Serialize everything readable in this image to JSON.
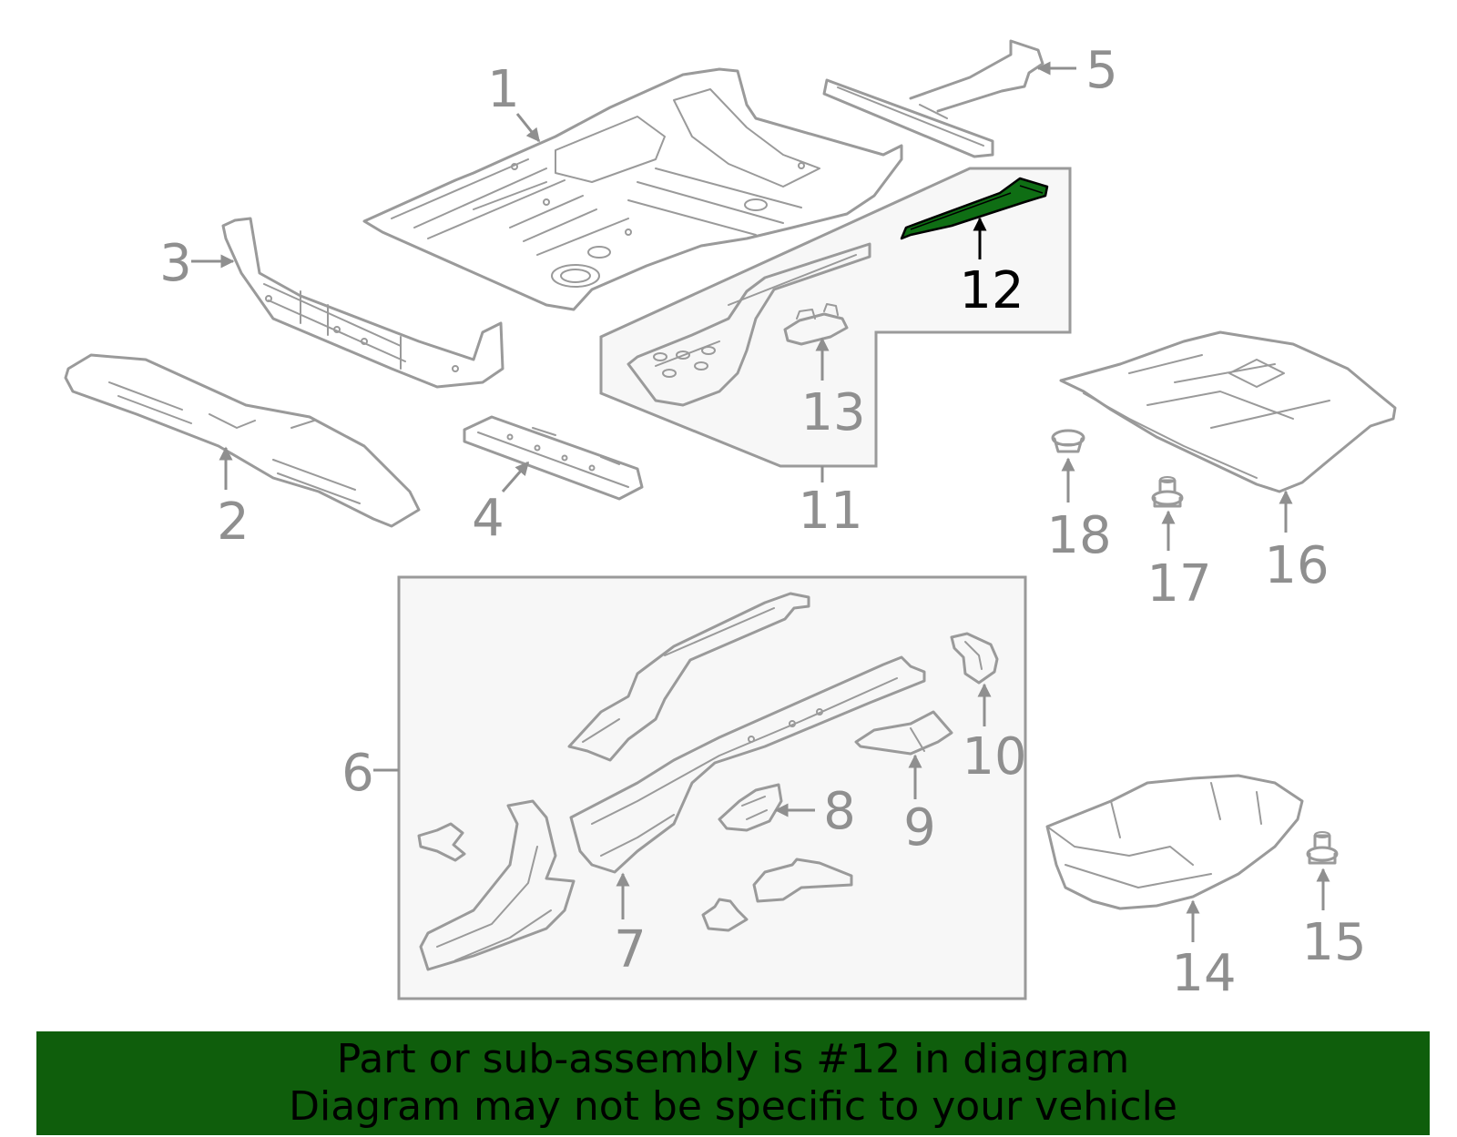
{
  "diagram": {
    "highlight_color": "#0f6e14",
    "callouts": [
      {
        "id": "1",
        "text": "1"
      },
      {
        "id": "2",
        "text": "2"
      },
      {
        "id": "3",
        "text": "3"
      },
      {
        "id": "4",
        "text": "4"
      },
      {
        "id": "5",
        "text": "5"
      },
      {
        "id": "6",
        "text": "6"
      },
      {
        "id": "7",
        "text": "7"
      },
      {
        "id": "8",
        "text": "8"
      },
      {
        "id": "9",
        "text": "9"
      },
      {
        "id": "10",
        "text": "10"
      },
      {
        "id": "11",
        "text": "11"
      },
      {
        "id": "12",
        "text": "12",
        "highlighted": true
      },
      {
        "id": "13",
        "text": "13"
      },
      {
        "id": "14",
        "text": "14"
      },
      {
        "id": "15",
        "text": "15"
      },
      {
        "id": "16",
        "text": "16"
      },
      {
        "id": "17",
        "text": "17"
      },
      {
        "id": "18",
        "text": "18"
      }
    ]
  },
  "banner": {
    "background": "#0f5e0c",
    "line1": "Part or sub-assembly is #12 in diagram",
    "line2": "Diagram may not be specific to your vehicle"
  }
}
